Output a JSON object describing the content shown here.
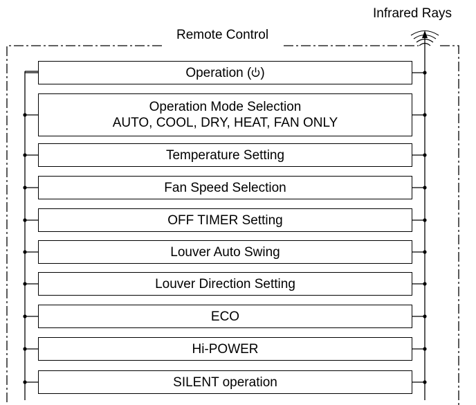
{
  "diagram": {
    "title": "Remote Control",
    "output_label": "Infrared Rays",
    "icons": {
      "power": "power-icon",
      "infrared": "infrared-waves-icon"
    },
    "functions": [
      {
        "text": "Operation (",
        "suffix": ")",
        "icon": "power-icon"
      },
      {
        "text": "Operation Mode Selection",
        "text2": "AUTO, COOL, DRY, HEAT, FAN ONLY"
      },
      {
        "text": "Temperature Setting"
      },
      {
        "text": "Fan Speed Selection"
      },
      {
        "text": "OFF TIMER Setting"
      },
      {
        "text": "Louver Auto Swing"
      },
      {
        "text": "Louver Direction Setting"
      },
      {
        "text": "ECO"
      },
      {
        "text": "Hi-POWER"
      },
      {
        "text": "SILENT operation"
      }
    ]
  }
}
